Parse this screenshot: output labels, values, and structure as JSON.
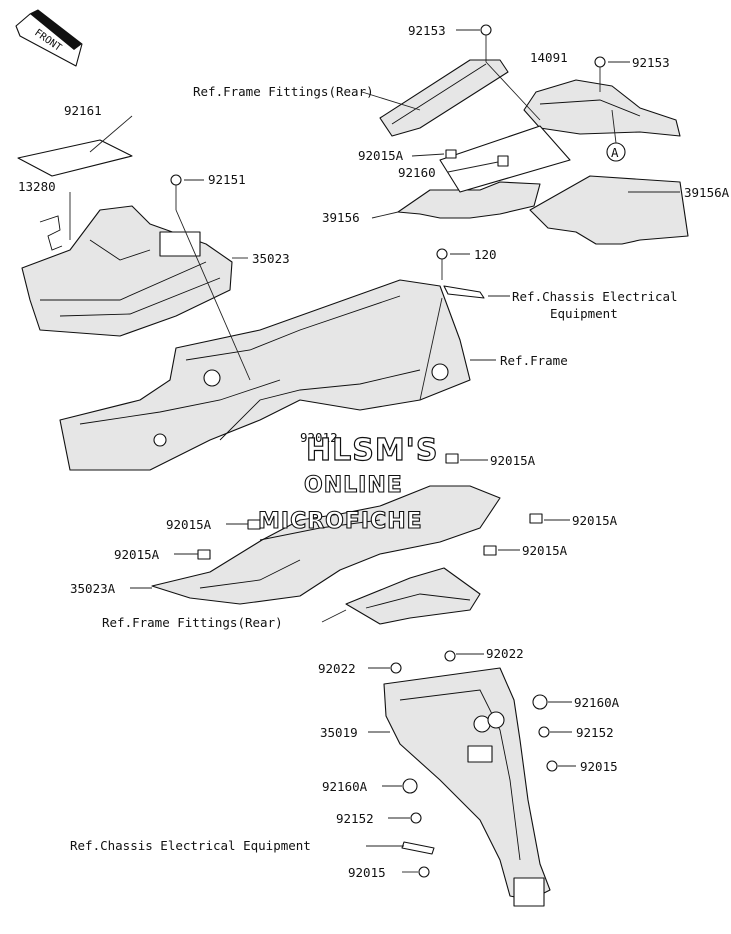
{
  "front_badge": "FRONT",
  "callout_letter": "A",
  "labels": {
    "l_92153_top": "92153",
    "l_14091": "14091",
    "l_92153_right": "92153",
    "l_ref_ff_rear_top": "Ref.Frame Fittings(Rear)",
    "l_92161": "92161",
    "l_92015A_a": "92015A",
    "l_92160": "92160",
    "l_39156A": "39156A",
    "l_13280": "13280",
    "l_92151": "92151",
    "l_39156": "39156",
    "l_35023": "35023",
    "l_120": "120",
    "l_ref_chassis_1": "Ref.Chassis Electrical",
    "l_ref_chassis_2": "Equipment",
    "l_ref_frame": "Ref.Frame",
    "l_92012": "92012",
    "l_92015A_b": "92015A",
    "l_92015A_c": "92015A",
    "l_92015A_d": "92015A",
    "l_92015A_e": "92015A",
    "l_92015A_f": "92015A",
    "l_35023A": "35023A",
    "l_ref_ff_rear_bottom": "Ref.Frame Fittings(Rear)",
    "l_92022_left": "92022",
    "l_92022_right": "92022",
    "l_92160A_right": "92160A",
    "l_35019": "35019",
    "l_92152_right": "92152",
    "l_92015_right": "92015",
    "l_92160A_left": "92160A",
    "l_92152_left": "92152",
    "l_ref_chassis_bottom": "Ref.Chassis Electrical Equipment",
    "l_92015_left": "92015"
  },
  "watermark": {
    "line1": "HLSM'S",
    "line2": "ONLINE",
    "line3": "MICROFICHE"
  }
}
